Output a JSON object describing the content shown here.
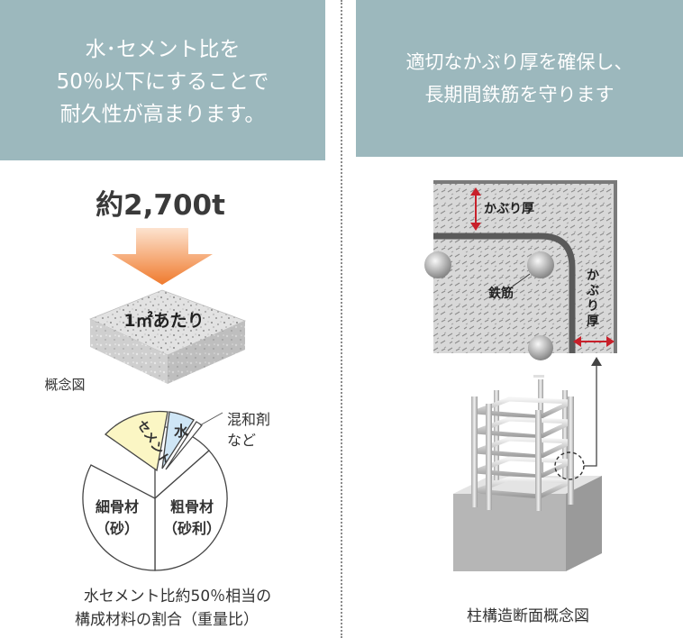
{
  "left_panel": {
    "headline": [
      "水･セメント比を",
      "50％以下にすることで",
      "耐久性が高まります。"
    ],
    "amount": "約2,700t",
    "per_unit": "1㎡あたり",
    "concept_caption": "概念図",
    "pie": {
      "water": "水",
      "cement": "セメント",
      "admixture": [
        "混和剤",
        "など"
      ],
      "fine_aggregate": [
        "細骨材",
        "（砂）"
      ],
      "coarse_aggregate": [
        "粗骨材",
        "（砂利）"
      ]
    },
    "pie_caption": [
      "水セメント比約50％相当の",
      "構成材料の割合（重量比）"
    ]
  },
  "right_panel": {
    "headline": [
      "適切なかぶり厚を確保し、",
      "長期間鉄筋を守ります"
    ],
    "cover_top": "かぶり厚",
    "cover_side": [
      "か",
      "ぶ",
      "り",
      "厚"
    ],
    "rebar": "鉄筋",
    "caption": "柱構造断面概念図"
  },
  "colors": {
    "banner": "#9cb8bd",
    "arrow_orange": "#ef7a2d",
    "water_blue": "#cfe6f6",
    "cement_yellow": "#fbf6c4",
    "cover_red": "#c8202a"
  }
}
